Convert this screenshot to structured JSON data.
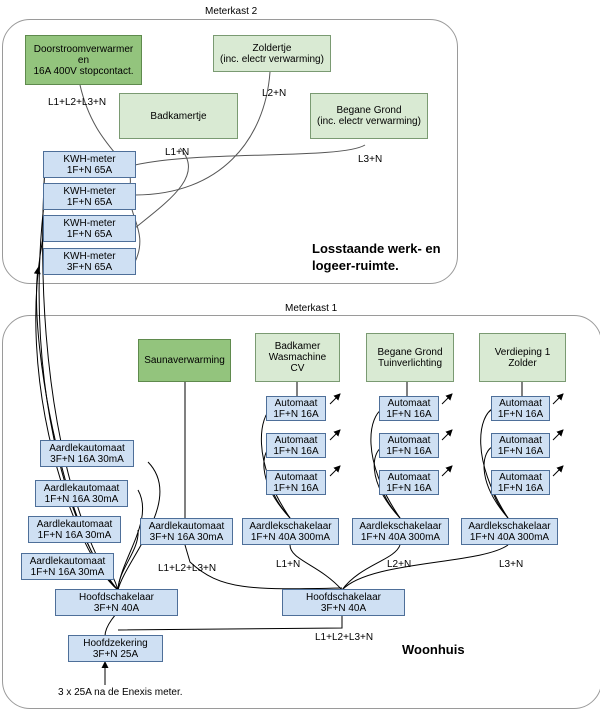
{
  "meterkast2": {
    "title": "Meterkast 2",
    "region_label": "Losstaande werk- en\nlogeer-ruimte.",
    "doorstroomverwarmer": "Doorstroomverwarmer\nen\n16A 400V stopcontact.",
    "zoldertje": "Zoldertje\n(inc. electr verwarming)",
    "badkamertje": "Badkamertje",
    "begane_grond": "Begane Grond\n(inc. electr verwarming)",
    "line_labels": {
      "l123n": "L1+L2+L3+N",
      "l2n": "L2+N",
      "l1n": "L1+N",
      "l3n": "L3+N"
    },
    "kwh": [
      "KWH-meter\n1F+N 65A",
      "KWH-meter\n1F+N 65A",
      "KWH-meter\n1F+N 65A",
      "KWH-meter\n3F+N 65A"
    ]
  },
  "meterkast1": {
    "title": "Meterkast 1",
    "region_label": "Woonhuis",
    "sauna": "Saunaverwarming",
    "groups": [
      "Badkamer\nWasmachine\nCV",
      "Begane Grond\nTuinverlichting",
      "Verdieping 1\nZolder"
    ],
    "automaat": "Automaat\n1F+N 16A",
    "aardlek_sauna": "Aardlekautomaat\n3F+N 16A 30mA",
    "aardlekschakelaar": "Aardlekschakelaar\n1F+N 40A 300mA",
    "aardlek_left": [
      "Aardlekautomaat\n3F+N 16A 30mA",
      "Aardlekautomaat\n1F+N 16A 30mA",
      "Aardlekautomaat\n1F+N 16A 30mA",
      "Aardlekautomaat\n1F+N 16A 30mA"
    ],
    "hoofdschakelaar_left": "Hoofdschakelaar\n3F+N 40A",
    "hoofdschakelaar_right": "Hoofdschakelaar\n3F+N 40A",
    "hoofdzekering": "Hoofdzekering\n3F+N 25A",
    "line_labels": {
      "sauna": "L1+L2+L3+N",
      "l1n": "L1+N",
      "l2n": "L2+N",
      "l3n": "L3+N",
      "main": "L1+L2+L3+N"
    },
    "enexis": "3 x 25A na de Enexis meter."
  }
}
